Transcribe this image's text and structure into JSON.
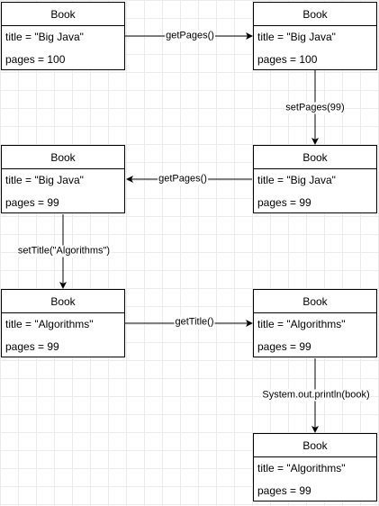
{
  "boxes": [
    {
      "header": "Book",
      "title_line": "title = \"Big Java\"",
      "pages_line": "pages = 100"
    },
    {
      "header": "Book",
      "title_line": "title = \"Big Java\"",
      "pages_line": "pages = 100"
    },
    {
      "header": "Book",
      "title_line": "title = \"Big Java\"",
      "pages_line": "pages = 99"
    },
    {
      "header": "Book",
      "title_line": "title = \"Big Java\"",
      "pages_line": "pages = 99"
    },
    {
      "header": "Book",
      "title_line": "title = \"Algorithms\"",
      "pages_line": "pages = 99"
    },
    {
      "header": "Book",
      "title_line": "title = \"Algorithms\"",
      "pages_line": "pages = 99"
    },
    {
      "header": "Book",
      "title_line": "title = \"Algorithms\"",
      "pages_line": "pages = 99"
    }
  ],
  "edges": [
    {
      "label": "getPages()"
    },
    {
      "label": "setPages(99)"
    },
    {
      "label": "getPages()"
    },
    {
      "label": "setTitle(\"Algorithms\")"
    },
    {
      "label": "getTitle()"
    },
    {
      "label": "System.out.println(book)"
    }
  ]
}
